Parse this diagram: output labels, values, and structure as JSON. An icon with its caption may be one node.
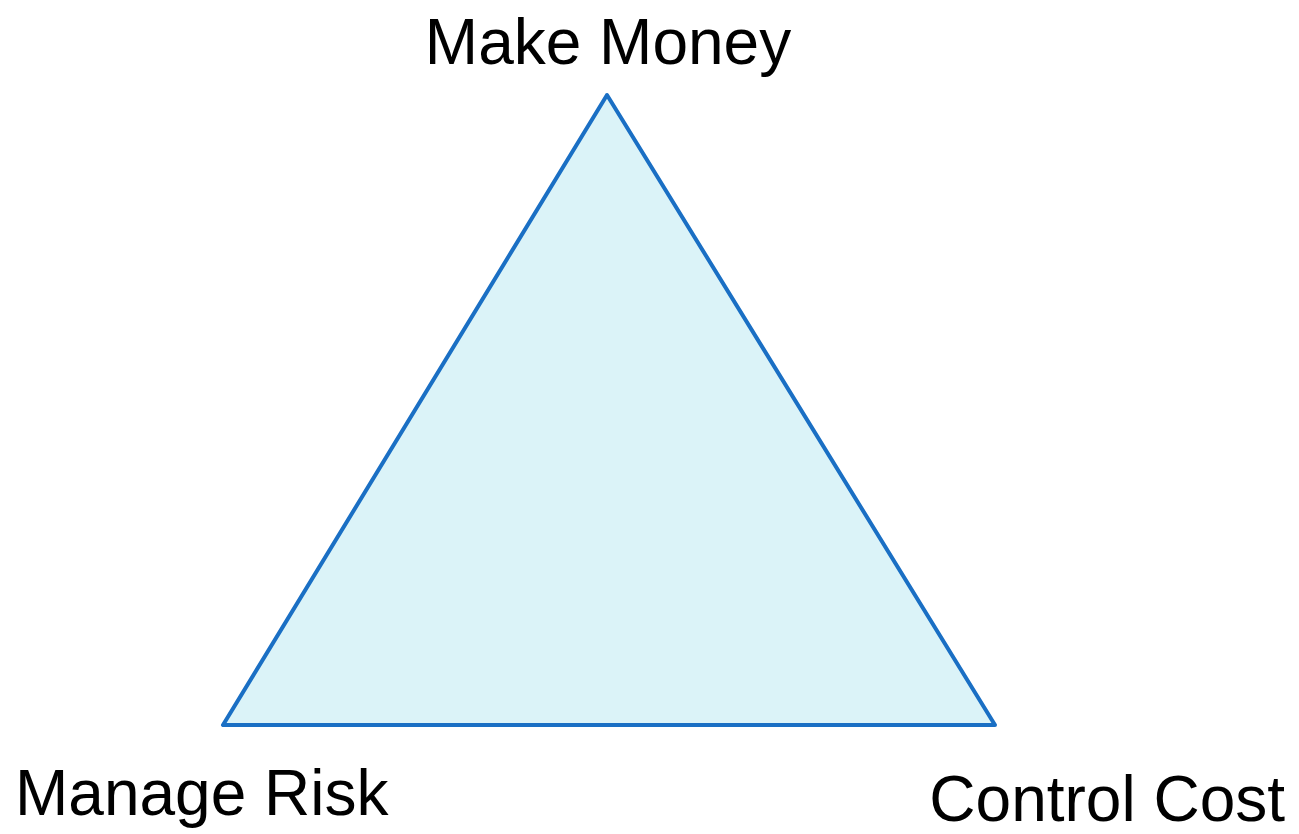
{
  "diagram": {
    "labels": [
      "Make Money",
      "Manage Risk",
      "Control Cost"
    ]
  }
}
